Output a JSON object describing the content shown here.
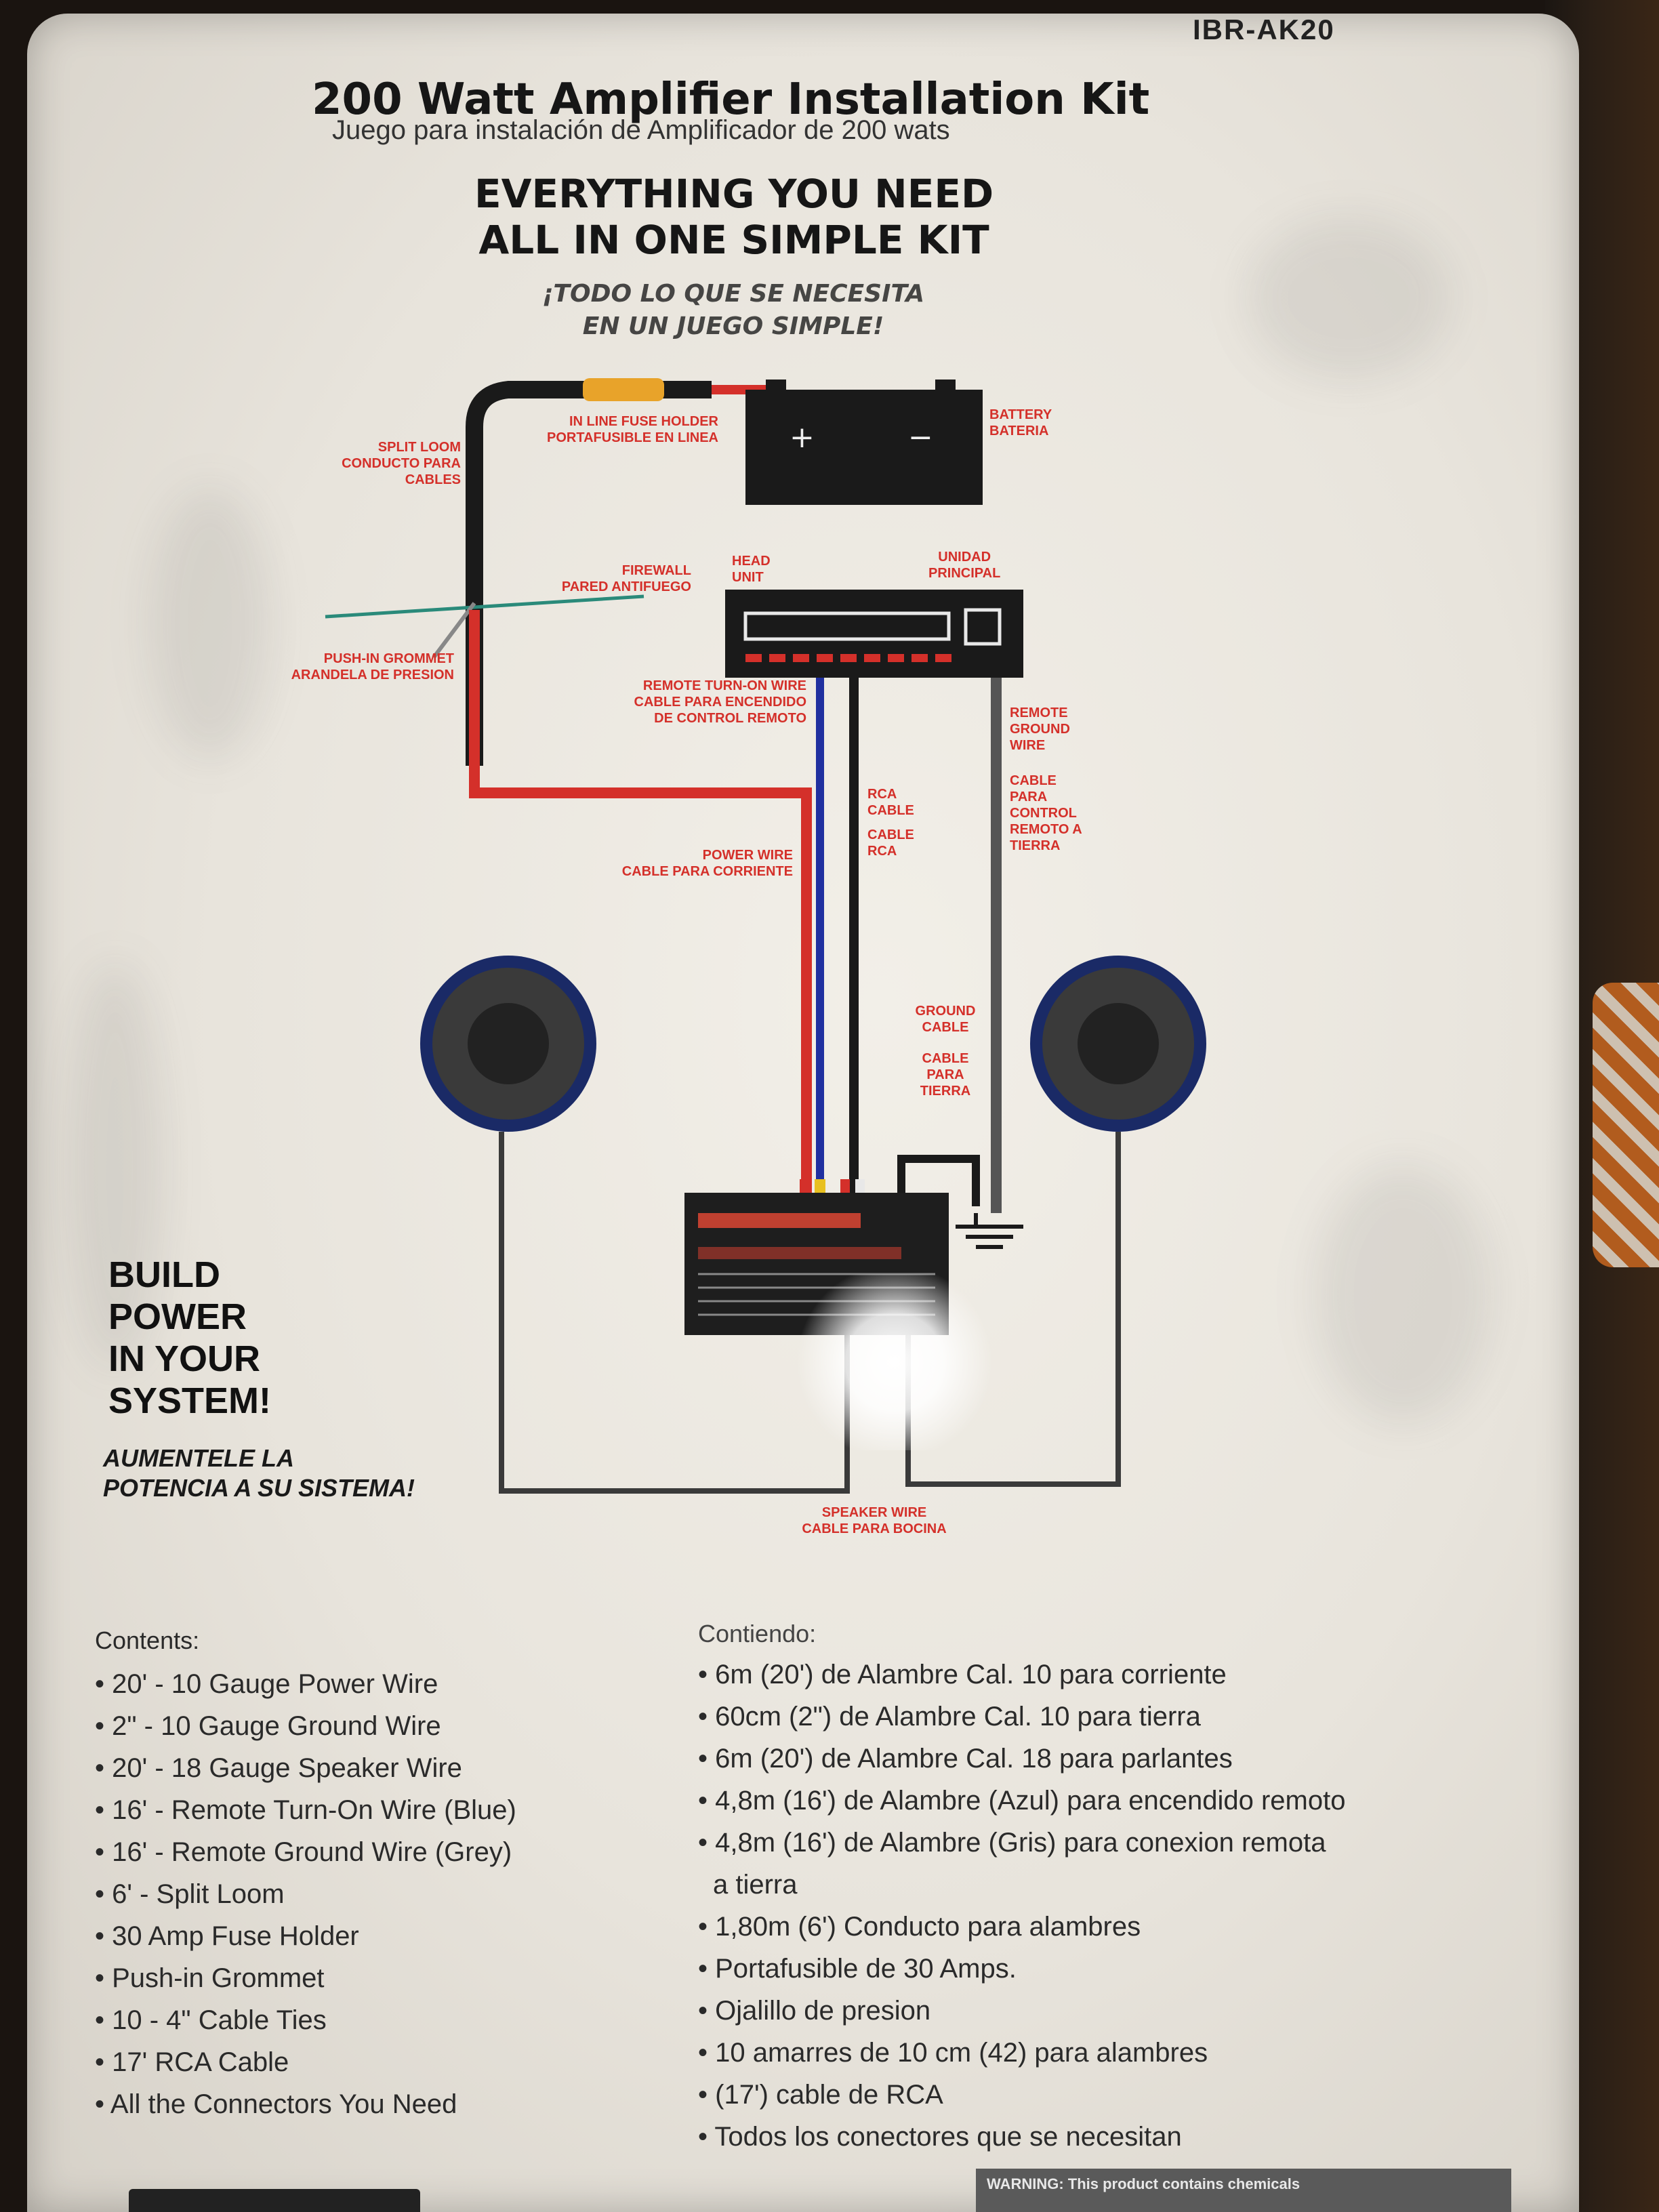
{
  "model": "IBR-AK20",
  "title": "200 Watt Amplifier Installation Kit",
  "subtitle": "Juego para instalación de Amplificador de 200 wats",
  "headline": [
    "EVERYTHING YOU NEED",
    "ALL IN ONE SIMPLE KIT"
  ],
  "headline_es": [
    "¡TODO LO QUE SE NECESITA",
    "EN UN JUEGO SIMPLE!"
  ],
  "diagram": {
    "split_loom": [
      "SPLIT LOOM",
      "CONDUCTO PARA",
      "CABLES"
    ],
    "fuse_holder": [
      "IN LINE FUSE HOLDER",
      "PORTAFUSIBLE EN LINEA"
    ],
    "battery": [
      "BATTERY",
      "BATERIA"
    ],
    "battery_plus": "+",
    "battery_minus": "−",
    "firewall": [
      "FIREWALL",
      "PARED ANTIFUEGO"
    ],
    "grommet": [
      "PUSH-IN GROMMET",
      "ARANDELA DE PRESION"
    ],
    "head_unit": [
      "HEAD",
      "UNIT"
    ],
    "unidad": [
      "UNIDAD",
      "PRINCIPAL"
    ],
    "remote_turn_on": [
      "REMOTE TURN-ON WIRE",
      "CABLE PARA ENCENDIDO",
      "DE CONTROL REMOTO"
    ],
    "remote_ground": [
      "REMOTE",
      "GROUND",
      "WIRE"
    ],
    "remote_ground_es": [
      "CABLE",
      "PARA",
      "CONTROL",
      "REMOTO A",
      "TIERRA"
    ],
    "rca": [
      "RCA",
      "CABLE"
    ],
    "rca_es": [
      "CABLE",
      "RCA"
    ],
    "power_wire": [
      "POWER WIRE",
      "CABLE PARA CORRIENTE"
    ],
    "ground_cable": [
      "GROUND",
      "CABLE"
    ],
    "ground_cable_es": [
      "CABLE",
      "PARA",
      "TIERRA"
    ],
    "speaker_wire": [
      "SPEAKER WIRE",
      "CABLE PARA BOCINA"
    ]
  },
  "build_power": [
    "BUILD",
    "POWER",
    "IN YOUR",
    "SYSTEM!"
  ],
  "build_power_es": [
    "AUMENTELE LA",
    "POTENCIA A SU SISTEMA!"
  ],
  "contents_title": "Contents:",
  "contents": [
    "20' - 10 Gauge Power Wire",
    "2\" - 10 Gauge Ground Wire",
    "20' - 18 Gauge Speaker Wire",
    "16' - Remote Turn-On Wire (Blue)",
    "16' - Remote Ground Wire (Grey)",
    "6' - Split Loom",
    "30 Amp Fuse Holder",
    "Push-in Grommet",
    "10 - 4\" Cable Ties",
    "17' RCA Cable",
    "All the Connectors You Need"
  ],
  "contents_es_title": "Contiendo:",
  "contents_es": [
    "6m (20') de Alambre Cal. 10 para corriente",
    "60cm (2\") de Alambre Cal. 10 para tierra",
    "6m (20') de Alambre Cal. 18 para parlantes",
    "4,8m (16') de Alambre (Azul) para encendido remoto",
    "4,8m (16') de Alambre (Gris) para conexion remota",
    "a tierra",
    "1,80m (6') Conducto para alambres",
    "Portafusible de 30 Amps.",
    "Ojalillo de presion",
    "10 amarres de 10 cm (42) para alambres",
    "(17') cable de RCA",
    "Todos los conectores que se necesitan"
  ],
  "warning": "WARNING: This product contains chemicals"
}
